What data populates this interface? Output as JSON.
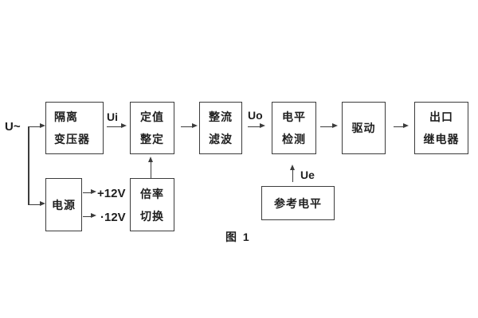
{
  "diagram": {
    "caption": "图 1",
    "blocks": [
      {
        "id": "isolation-transformer",
        "lines": [
          "隔离",
          "变压器"
        ]
      },
      {
        "id": "setting-adjust",
        "lines": [
          "定值",
          "整定"
        ]
      },
      {
        "id": "rectifier-filter",
        "lines": [
          "整流",
          "滤波"
        ]
      },
      {
        "id": "level-detection",
        "lines": [
          "电平",
          "检测"
        ]
      },
      {
        "id": "drive",
        "lines": [
          "驱动"
        ]
      },
      {
        "id": "output-relay",
        "lines": [
          "出口",
          "继电器"
        ]
      },
      {
        "id": "power-supply",
        "lines": [
          "电源"
        ]
      },
      {
        "id": "ratio-switch",
        "lines": [
          "倍率",
          "切换"
        ]
      },
      {
        "id": "reference-level",
        "lines": [
          "参考电平"
        ]
      }
    ],
    "signals": {
      "input": "U~",
      "ui": "Ui",
      "uo": "Uo",
      "ue": "Ue",
      "rail_positive": "+12V",
      "rail_negative": "·12V"
    },
    "colors": {
      "line": "#3c3c3c",
      "text": "#1f1f1f",
      "background": "#ffffff"
    }
  }
}
